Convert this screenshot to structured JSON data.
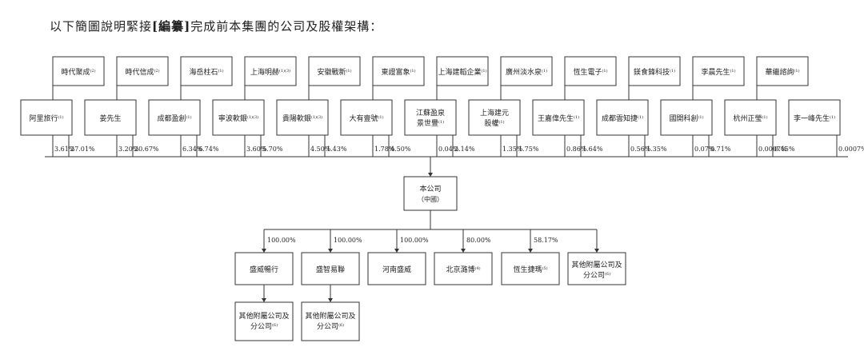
{
  "heading": {
    "prefix": "以下簡圖說明緊接",
    "bold": "[編纂]",
    "suffix": "完成前本集團的公司及股權架構："
  },
  "top_row": [
    {
      "label": "時代聚成",
      "sup": "(2)"
    },
    {
      "label": "時代信成",
      "sup": "(2)"
    },
    {
      "label": "海岳柱石",
      "sup": "(1)"
    },
    {
      "label": "上海明赫",
      "sup": "(1)(3)"
    },
    {
      "label": "安徽戰新",
      "sup": "(1)"
    },
    {
      "label": "東證富象",
      "sup": "(1)"
    },
    {
      "label": "上海建韜企業",
      "sup": "(1)"
    },
    {
      "label": "廣州淡水泉",
      "sup": "(1)"
    },
    {
      "label": "恆生電子",
      "sup": "(1)"
    },
    {
      "label": "鎂食鋒科技",
      "sup": "(1)"
    },
    {
      "label": "李晨先生",
      "sup": "(1)"
    },
    {
      "label": "華繼諮詢",
      "sup": "(1)"
    }
  ],
  "bottom_row": [
    {
      "label": "阿里旅行",
      "sup": "(1)"
    },
    {
      "label": "姜先生",
      "sup": ""
    },
    {
      "label": "成都盈創",
      "sup": "(1)"
    },
    {
      "label": "寧波軟銀",
      "sup": "(1)(3)"
    },
    {
      "label": "貴陽軟銀",
      "sup": "(1)(3)"
    },
    {
      "label": "大有壹號",
      "sup": "(1)"
    },
    {
      "label": "江蘇盈泉景世豐",
      "line1": "江蘇盈泉",
      "line2": "景世豐",
      "sup": "(1)"
    },
    {
      "label": "上海建元股權",
      "line1": "上海建元",
      "line2": "股權",
      "sup": "(1)"
    },
    {
      "label": "王嘉偉先生",
      "sup": "(1)"
    },
    {
      "label": "成都雲知捷",
      "sup": "(1)"
    },
    {
      "label": "國開科創",
      "sup": "(1)"
    },
    {
      "label": "杭州正瑩",
      "sup": "(1)"
    },
    {
      "label": "李一峰先生",
      "sup": "(1)"
    }
  ],
  "shareholder_percentages": [
    "27.01%",
    "3.61%",
    "20.67%",
    "3.20%",
    "6.74%",
    "6.34%",
    "5.70%",
    "3.60%",
    "1.43%",
    "4.50%",
    "4.50%",
    "1.78%",
    "2.14%",
    "0.04%",
    "1.75%",
    "1.35%",
    "1.64%",
    "0.86%",
    "1.35%",
    "0.56%",
    "0.71%",
    "0.07%",
    "0.45%",
    "0.0007%",
    "0.0007%"
  ],
  "company": {
    "line1": "本公司",
    "line2": "（中國）"
  },
  "subsidiaries": [
    {
      "label": "盛威暢行",
      "pct": "100.00%",
      "sup": ""
    },
    {
      "label": "盛智易聯",
      "pct": "100.00%",
      "sup": ""
    },
    {
      "label": "河南盛威",
      "pct": "100.00%",
      "sup": ""
    },
    {
      "label": "北京潞博",
      "pct": "80.00%",
      "sup": "(4)"
    },
    {
      "label": "恆生捷瑪",
      "pct": "58.17%",
      "sup": "(5)"
    },
    {
      "label": "其他附屬公司及分公司",
      "line1": "其他附屬公司及",
      "line2": "分公司",
      "pct": "",
      "sup": "(6)"
    }
  ],
  "sub_subsidiaries": [
    {
      "label": "其他附屬公司及分公司",
      "line1": "其他附屬公司及",
      "line2": "分公司",
      "sup": "(6)"
    },
    {
      "label": "其他附屬公司及分公司",
      "line1": "其他附屬公司及",
      "line2": "分公司",
      "sup": "(6)"
    }
  ],
  "colors": {
    "box_border": "#333333",
    "line": "#333333",
    "text": "#222222"
  }
}
